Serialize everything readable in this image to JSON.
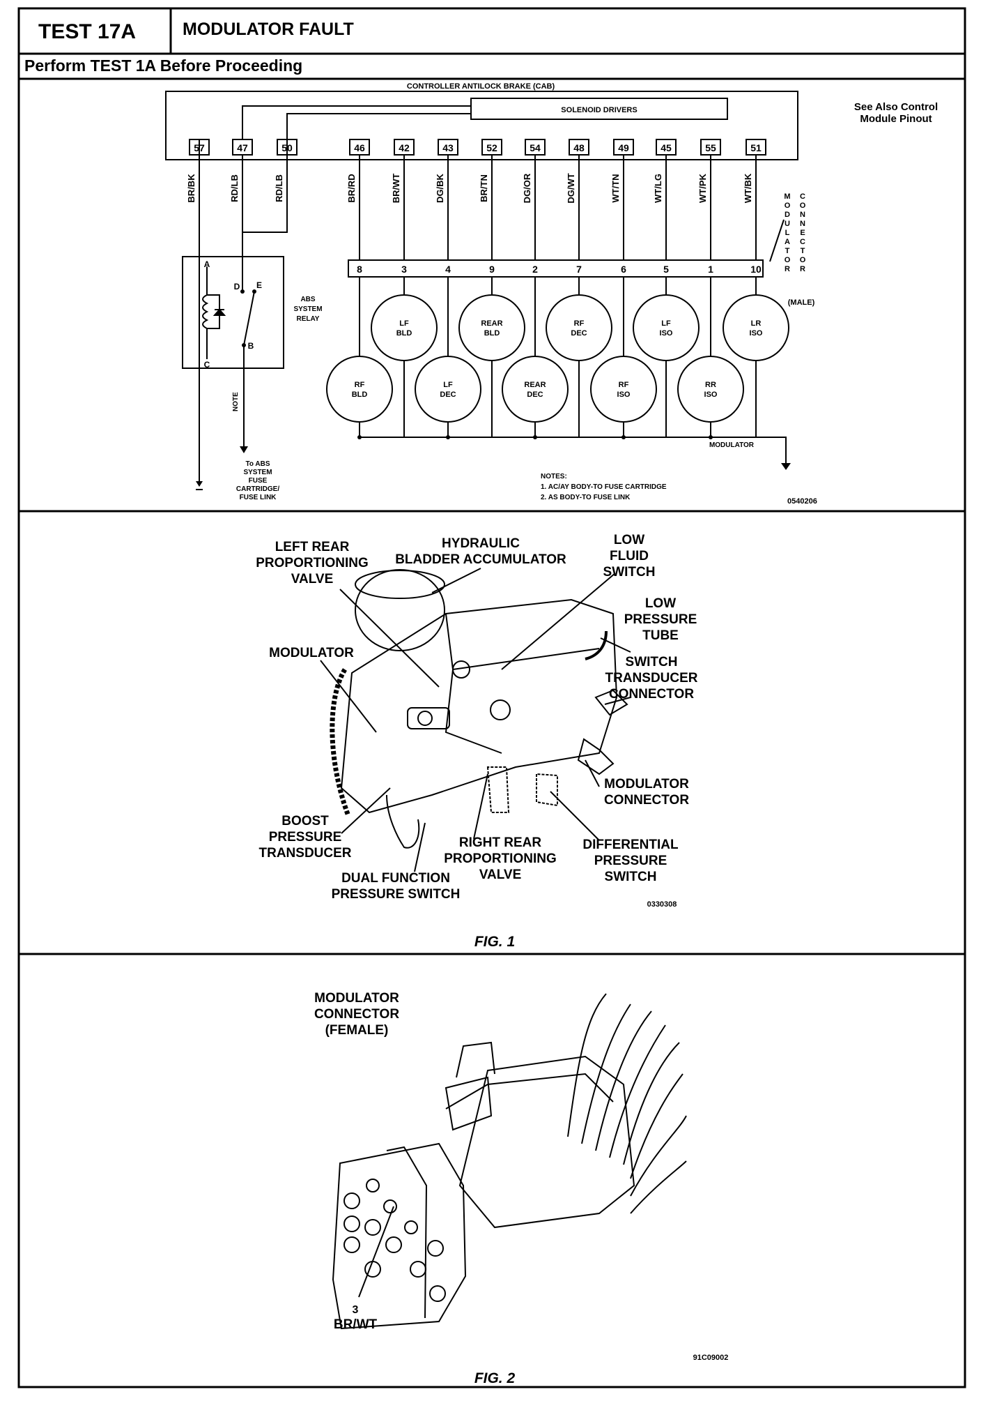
{
  "header": {
    "test_id": "TEST 17A",
    "title": "MODULATOR FAULT",
    "instruction": "Perform TEST 1A Before Proceeding"
  },
  "schematic": {
    "controller_label": "CONTROLLER ANTILOCK BRAKE (CAB)",
    "solenoid_label": "SOLENOID DRIVERS",
    "see_also": "See Also Control",
    "see_also_2": "Module Pinout",
    "cab_pins": [
      "57",
      "47",
      "50",
      "46",
      "42",
      "43",
      "52",
      "54",
      "48",
      "49",
      "45",
      "55",
      "51"
    ],
    "wire_colors": [
      "BR/BK",
      "RD/LB",
      "RD/LB",
      "BR/RD",
      "BR/WT",
      "DG/BK",
      "BR/TN",
      "DG/OR",
      "DG/WT",
      "WT/TN",
      "WT/LG",
      "WT/PK",
      "WT/BK"
    ],
    "modulator_pins": [
      "8",
      "3",
      "4",
      "9",
      "2",
      "7",
      "6",
      "5",
      "1",
      "10"
    ],
    "connector_label": "MODULATOR CONNECTOR (MALE)",
    "relay_label_1": "ABS",
    "relay_label_2": "SYSTEM",
    "relay_label_3": "RELAY",
    "relay_terminals": [
      "A",
      "C",
      "D",
      "E",
      "B"
    ],
    "note_label": "NOTE",
    "fuse_label": [
      "To ABS",
      "SYSTEM",
      "FUSE",
      "CARTRIDGE/",
      "FUSE LINK"
    ],
    "solenoids_top": [
      {
        "l1": "LF",
        "l2": "BLD"
      },
      {
        "l1": "REAR",
        "l2": "BLD"
      },
      {
        "l1": "RF",
        "l2": "DEC"
      },
      {
        "l1": "LF",
        "l2": "ISO"
      },
      {
        "l1": "LR",
        "l2": "ISO"
      }
    ],
    "solenoids_bottom": [
      {
        "l1": "RF",
        "l2": "BLD"
      },
      {
        "l1": "LF",
        "l2": "DEC"
      },
      {
        "l1": "REAR",
        "l2": "DEC"
      },
      {
        "l1": "RF",
        "l2": "ISO"
      },
      {
        "l1": "RR",
        "l2": "ISO"
      }
    ],
    "modulator_label": "MODULATOR",
    "notes_title": "NOTES:",
    "note_1": "1. AC/AY BODY-TO FUSE CARTRIDGE",
    "note_2": "2. AS BODY-TO FUSE LINK",
    "fig_code": "0540206"
  },
  "fig1": {
    "caption": "FIG. 1",
    "code": "0330308",
    "labels": {
      "left_rear_valve": [
        "LEFT REAR",
        "PROPORTIONING",
        "VALVE"
      ],
      "accumulator": [
        "HYDRAULIC",
        "BLADDER ACCUMULATOR"
      ],
      "low_fluid": [
        "LOW",
        "FLUID",
        "SWITCH"
      ],
      "low_pressure": [
        "LOW",
        "PRESSURE",
        "TUBE"
      ],
      "switch_transducer": [
        "SWITCH",
        "TRANSDUCER",
        "CONNECTOR"
      ],
      "modulator": [
        "MODULATOR"
      ],
      "modulator_connector": [
        "MODULATOR",
        "CONNECTOR"
      ],
      "boost": [
        "BOOST",
        "PRESSURE",
        "TRANSDUCER"
      ],
      "right_rear_valve": [
        "RIGHT REAR",
        "PROPORTIONING",
        "VALVE"
      ],
      "differential": [
        "DIFFERENTIAL",
        "PRESSURE",
        "SWITCH"
      ],
      "dual_function": [
        "DUAL FUNCTION",
        "PRESSURE SWITCH"
      ]
    }
  },
  "fig2": {
    "caption": "FIG. 2",
    "code": "91C09002",
    "title": [
      "MODULATOR",
      "CONNECTOR",
      "(FEMALE)"
    ],
    "pin_number": "3",
    "pin_color": "BR/WT"
  }
}
